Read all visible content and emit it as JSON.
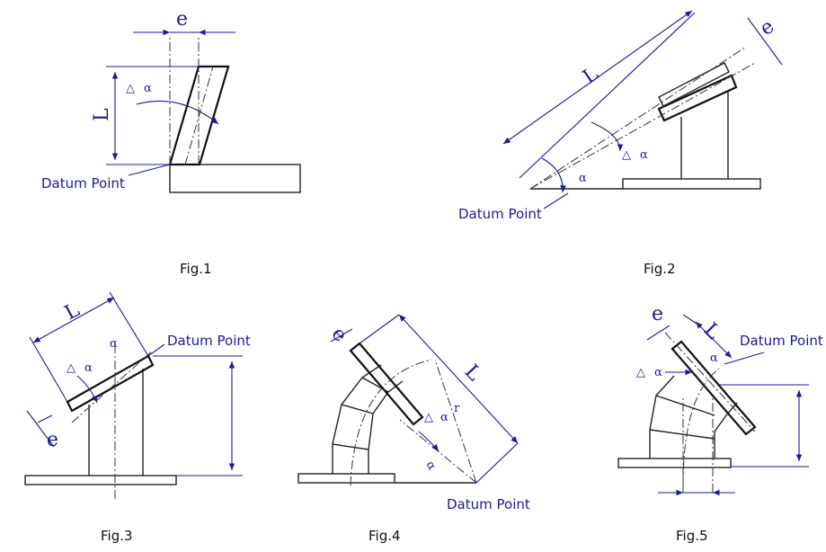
{
  "labels": {
    "datum_point": "Datum Point",
    "length": "L",
    "offset": "e",
    "delta": "△",
    "alpha": "α",
    "radius": "r"
  },
  "figures": {
    "fig1": "Fig.1",
    "fig2": "Fig.2",
    "fig3": "Fig.3",
    "fig4": "Fig.4",
    "fig5": "Fig.5"
  },
  "colors": {
    "annotation": "#1a1a9a",
    "line": "#111111"
  }
}
